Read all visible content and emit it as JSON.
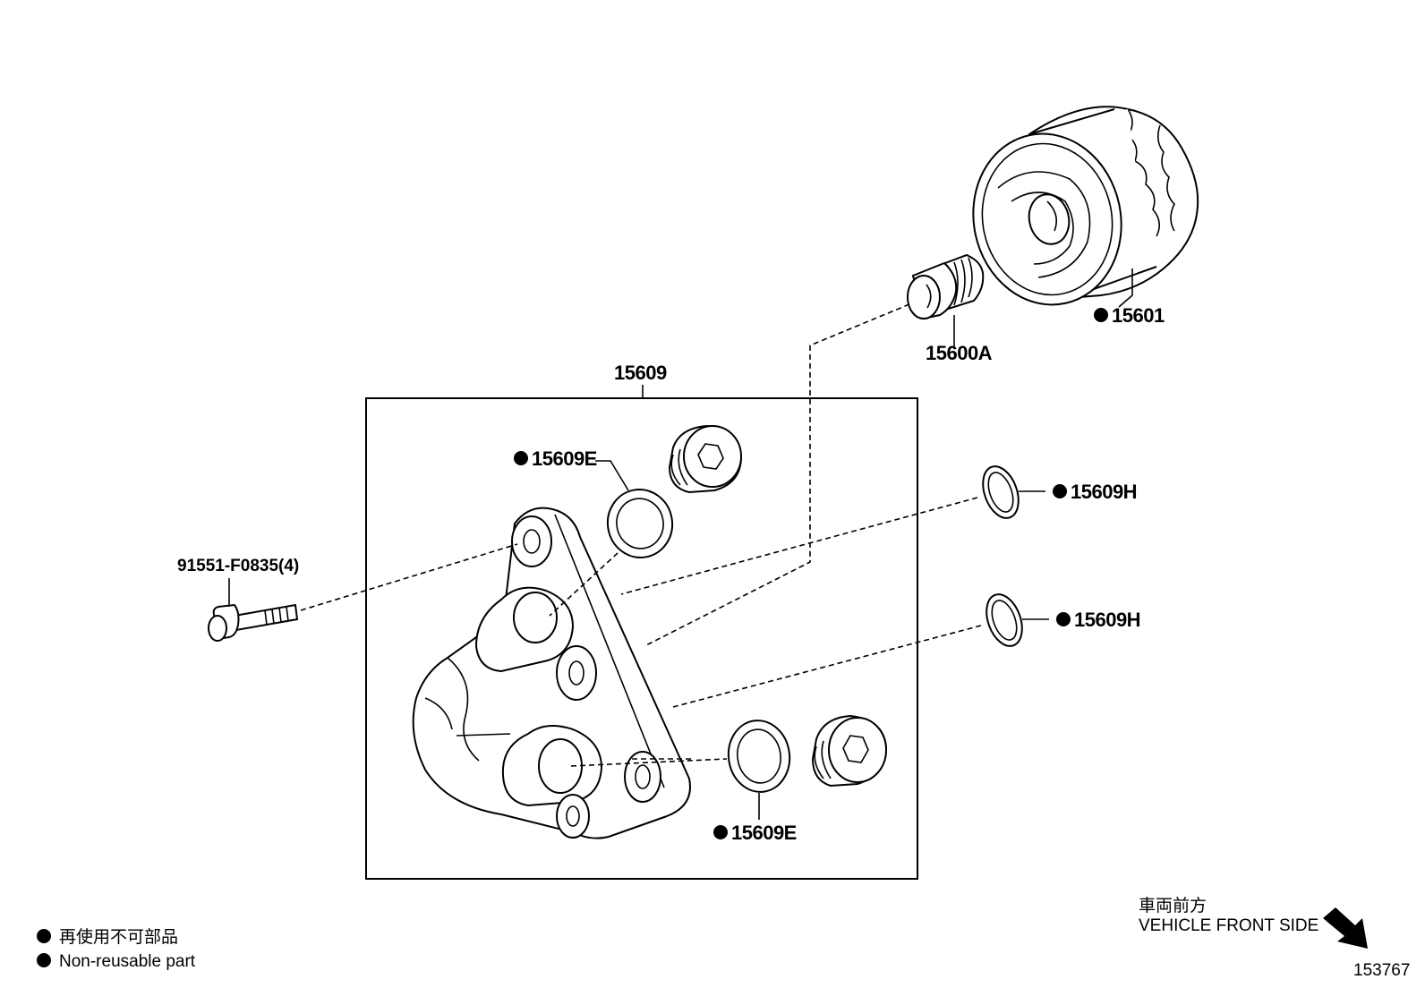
{
  "labels": {
    "oil_filter": "15601",
    "union": "15600A",
    "bracket_assy": "15609",
    "gasket_upper": "15609E",
    "gasket_lower": "15609E",
    "oring_upper": "15609H",
    "oring_lower": "15609H",
    "bolt": "91551-F0835(4)"
  },
  "direction": {
    "japanese": "車両前方",
    "english": "VEHICLE FRONT SIDE"
  },
  "legend": {
    "japanese": "再使用不可部品",
    "english": "Non-reusable part"
  },
  "figure_number": "153767"
}
